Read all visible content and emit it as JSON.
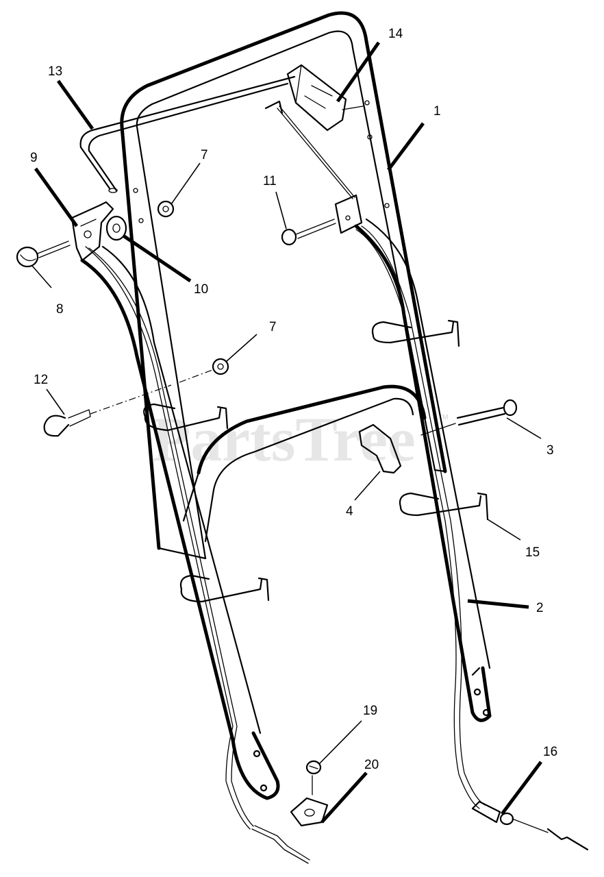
{
  "watermark": {
    "text": "PartsTree",
    "tm": "TM"
  },
  "callouts": [
    {
      "id": "1",
      "label": "1"
    },
    {
      "id": "2",
      "label": "2"
    },
    {
      "id": "3",
      "label": "3"
    },
    {
      "id": "4",
      "label": "4"
    },
    {
      "id": "7a",
      "label": "7"
    },
    {
      "id": "7b",
      "label": "7"
    },
    {
      "id": "8",
      "label": "8"
    },
    {
      "id": "9",
      "label": "9"
    },
    {
      "id": "10",
      "label": "10"
    },
    {
      "id": "11",
      "label": "11"
    },
    {
      "id": "12",
      "label": "12"
    },
    {
      "id": "13",
      "label": "13"
    },
    {
      "id": "14",
      "label": "14"
    },
    {
      "id": "15",
      "label": "15"
    },
    {
      "id": "16",
      "label": "16"
    },
    {
      "id": "19",
      "label": "19"
    },
    {
      "id": "20",
      "label": "20"
    }
  ]
}
